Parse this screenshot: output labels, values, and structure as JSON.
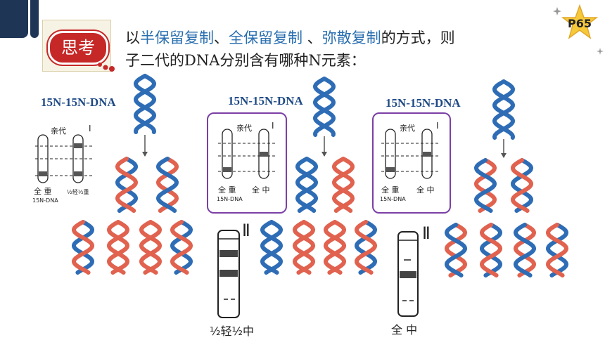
{
  "think_label": "思考",
  "question": {
    "prefix": "以",
    "mode1": "半保留复制",
    "sep1": "、",
    "mode2": "全保留复制",
    "sep2": " 、",
    "mode3": "弥散复制",
    "suffix": "的方式，则",
    "line2": "子二代的DNA分别含有哪种N元素："
  },
  "page_badge": "P65",
  "dna_label": "15N-15N-DNA",
  "figures": {
    "parent_gen": "亲代",
    "gen1_roman": "Ⅰ",
    "gen2_roman": "Ⅱ",
    "heavy": "全 重",
    "heavy_sub": "15N-DNA",
    "half_light_half_heavy": "½轻½重",
    "all_medium": "全 中",
    "half_light_half_medium": "½轻½中"
  },
  "colors": {
    "blue_strand": "#2e6db5",
    "red_strand": "#e0624f",
    "purple_border": "#7b3fa5",
    "think_red": "#c62828",
    "highlight_blue": "#2a6fb0",
    "title_blue": "#1f4a86",
    "dark_tab": "#1f3556"
  }
}
